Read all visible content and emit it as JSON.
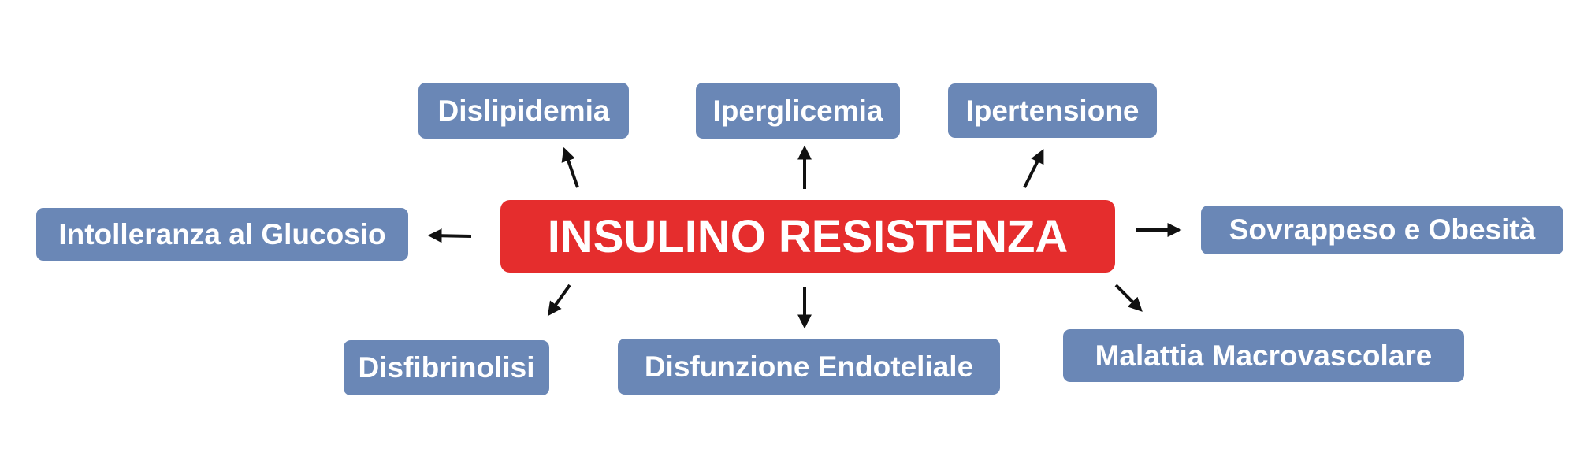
{
  "center": {
    "label": "INSULINO RESISTENZA",
    "color": "#e52d2d"
  },
  "nodes": {
    "dislipidemia": "Dislipidemia",
    "iperglicemia": "Iperglicemia",
    "ipertensione": "Ipertensione",
    "intolleranza": "Intolleranza al Glucosio",
    "sovrappeso": "Sovrappeso e Obesità",
    "disfibrinolisi": "Disfibrinolisi",
    "disfunzione": "Disfunzione Endoteliale",
    "malattia": "Malattia Macrovascolare"
  },
  "colors": {
    "node": "#6a87b6",
    "arrow": "#111111",
    "text": "#ffffff"
  }
}
